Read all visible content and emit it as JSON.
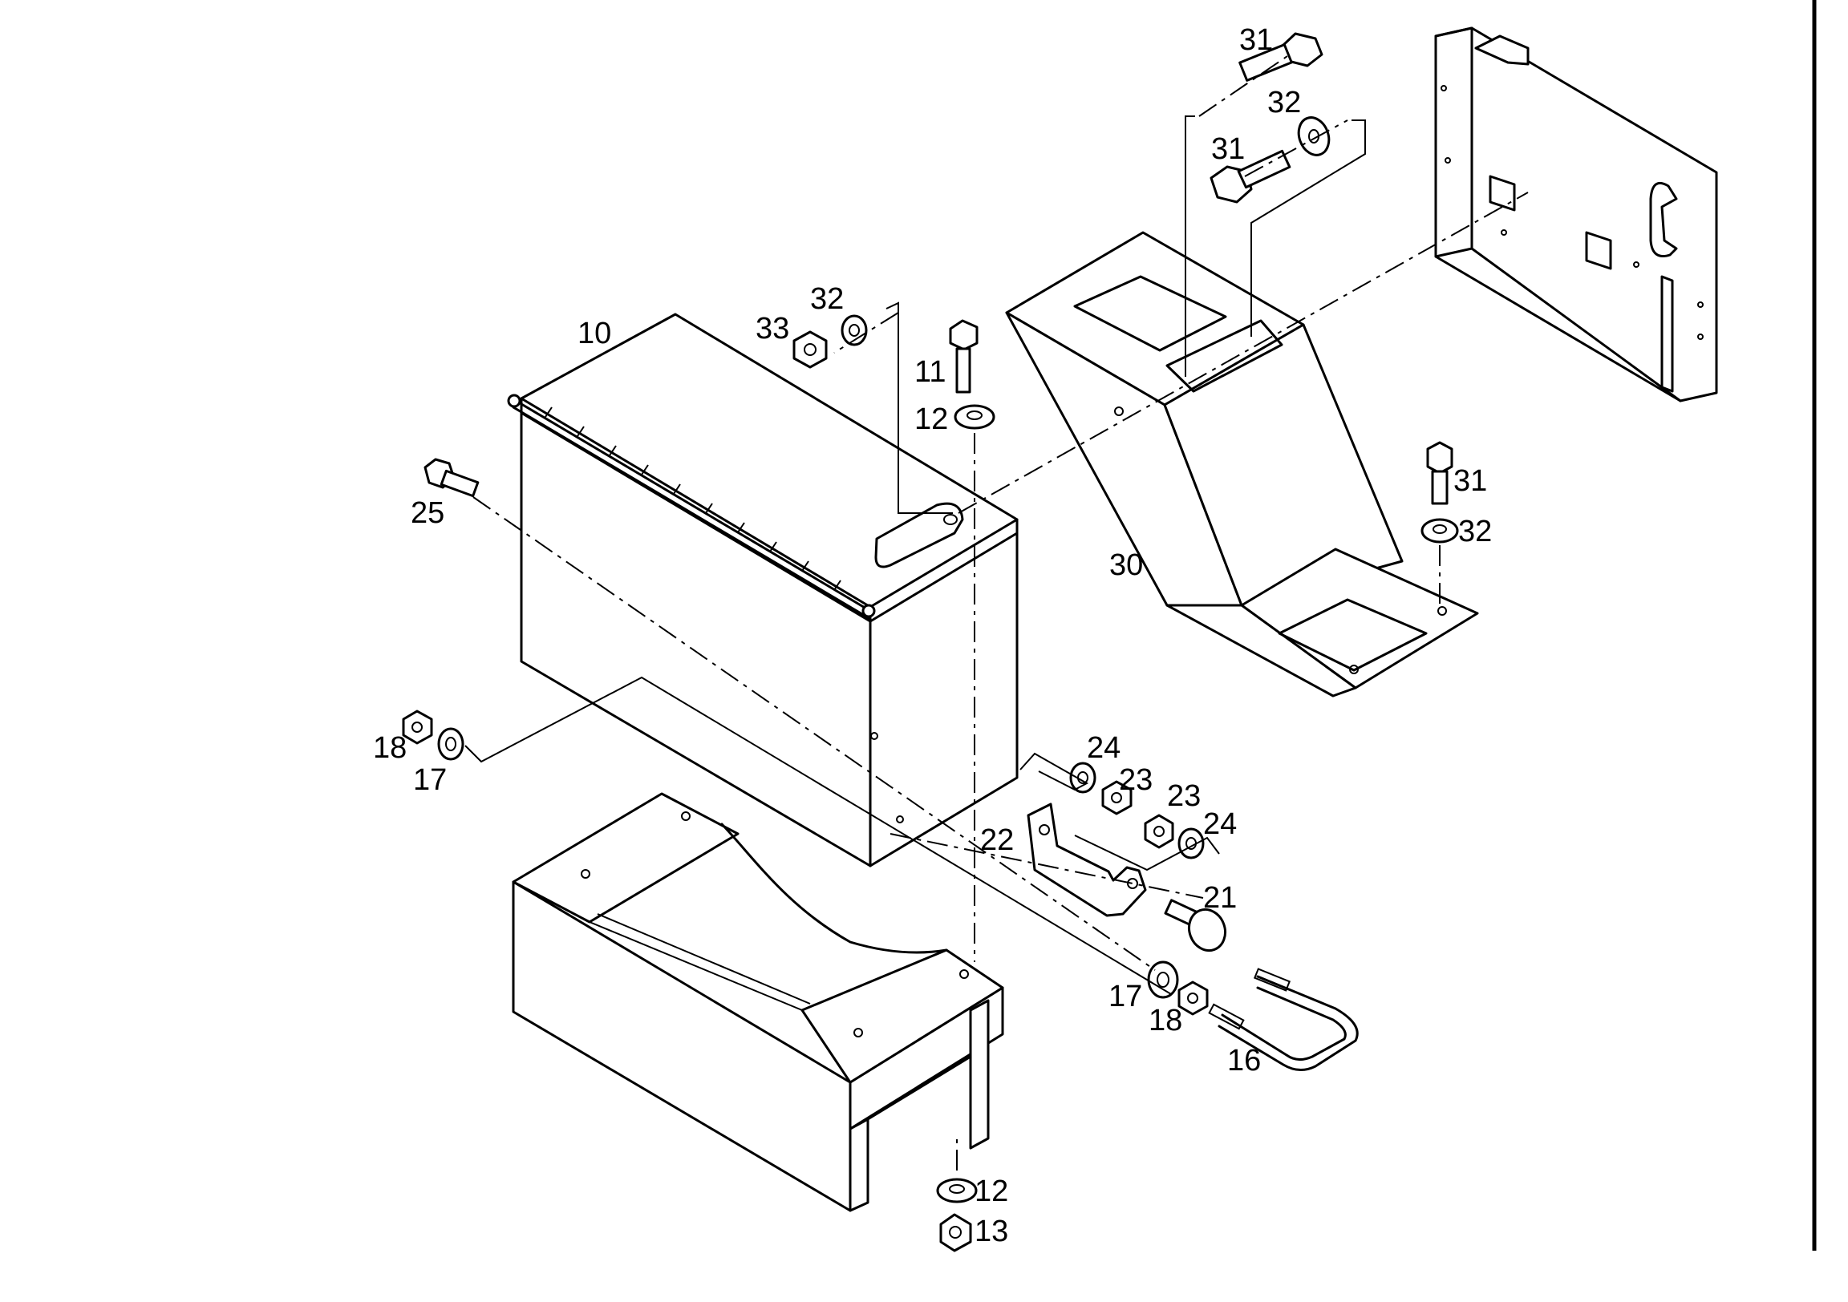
{
  "callouts": {
    "c10": "10",
    "c11": "11",
    "c12a": "12",
    "c12b": "12",
    "c13": "13",
    "c16": "16",
    "c17a": "17",
    "c17b": "17",
    "c18a": "18",
    "c18b": "18",
    "c21": "21",
    "c22": "22",
    "c23a": "23",
    "c23b": "23",
    "c24a": "24",
    "c24b": "24",
    "c25": "25",
    "c30": "30",
    "c31a": "31",
    "c31b": "31",
    "c31c": "31",
    "c32a": "32",
    "c32b": "32",
    "c32c": "32",
    "c33": "33"
  }
}
